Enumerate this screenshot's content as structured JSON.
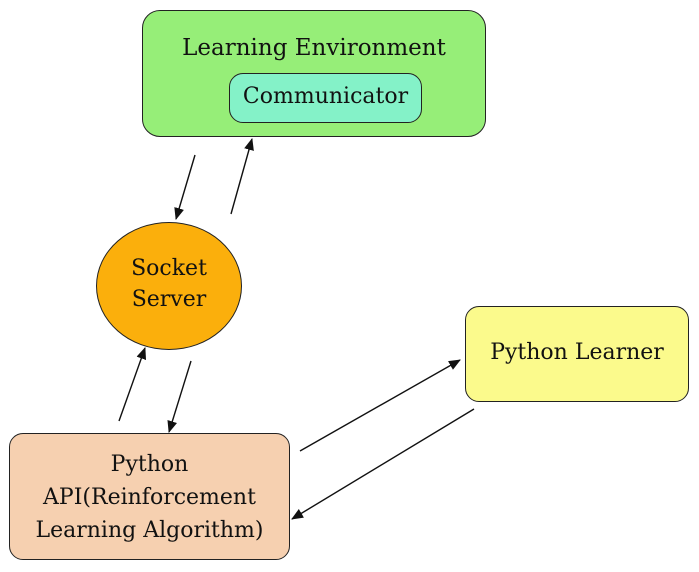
{
  "nodes": {
    "environment": {
      "label": "Learning Environment"
    },
    "communicator": {
      "label": "Communicator"
    },
    "socket_server": {
      "line1": "Socket",
      "line2": "Server"
    },
    "python_learner": {
      "label": "Python Learner"
    },
    "python_api": {
      "line1": "Python",
      "line2": "API(Reinforcement",
      "line3": "Learning Algorithm)"
    }
  },
  "edges": [
    {
      "from": "environment",
      "to": "socket_server"
    },
    {
      "from": "socket_server",
      "to": "environment"
    },
    {
      "from": "python_api",
      "to": "socket_server"
    },
    {
      "from": "socket_server",
      "to": "python_api"
    },
    {
      "from": "python_api",
      "to": "python_learner"
    },
    {
      "from": "python_learner",
      "to": "python_api"
    }
  ],
  "colors": {
    "environment": "#96ee78",
    "communicator": "#84f2c8",
    "socket_server": "#fbaf0c",
    "python_learner": "#fbfa8c",
    "python_api": "#f6d0b0",
    "stroke": "#222222"
  }
}
